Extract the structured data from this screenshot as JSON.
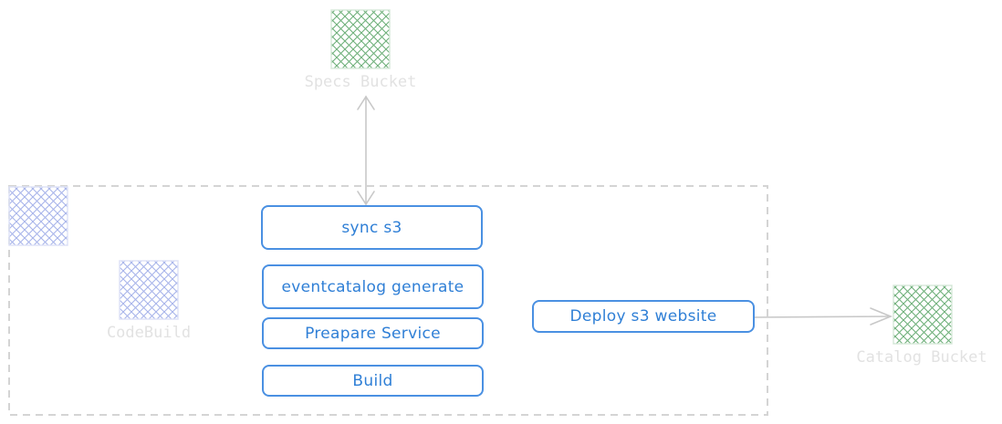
{
  "nodes": {
    "specs_bucket": {
      "label": "Specs Bucket",
      "icon": "s3-bucket-icon"
    },
    "catalog_bucket": {
      "label": "Catalog Bucket",
      "icon": "s3-bucket-icon"
    },
    "codebuild": {
      "label": "CodeBuild",
      "icon": "codebuild-icon"
    },
    "group_icon": "aws-group-icon"
  },
  "steps": {
    "sync_s3": "sync s3",
    "eventcatalog_generate": "eventcatalog generate",
    "prepare_service": "Preapare Service",
    "build": "Build",
    "deploy_s3_website": "Deploy s3 website"
  },
  "colors": {
    "step_border": "#4a90e2",
    "step_text": "#2f7fd6",
    "s3_icon": "#6fb07a",
    "codebuild_icon": "#a8b4ea",
    "connector": "#c8c8c8",
    "group_border": "#d4d4d4",
    "caption_text": "#e2e2e2"
  }
}
